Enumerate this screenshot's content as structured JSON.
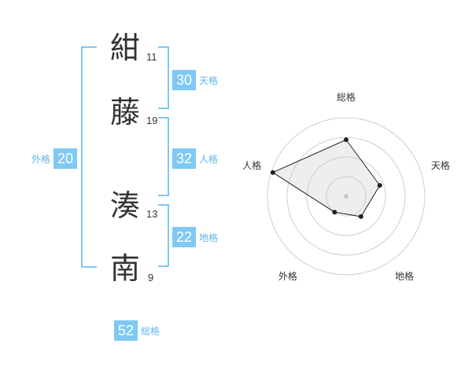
{
  "name_chars": [
    {
      "char": "紺",
      "strokes": "11"
    },
    {
      "char": "藤",
      "strokes": "19"
    },
    {
      "char": "湊",
      "strokes": "13"
    },
    {
      "char": "南",
      "strokes": "9"
    }
  ],
  "fortunes": {
    "tenkaku": {
      "value": "30",
      "label": "天格"
    },
    "jinkaku": {
      "value": "32",
      "label": "人格"
    },
    "chikaku": {
      "value": "22",
      "label": "地格"
    },
    "gaikaku": {
      "value": "20",
      "label": "外格"
    },
    "soukaku": {
      "value": "52",
      "label": "総格"
    }
  },
  "colors": {
    "accent": "#7fc9f4",
    "label": "#62b6ea",
    "text": "#333333"
  },
  "chart_data": {
    "type": "radar",
    "axes": [
      "総格",
      "天格",
      "地格",
      "外格",
      "人格"
    ],
    "values": [
      0.72,
      0.45,
      0.32,
      0.25,
      0.98
    ],
    "max": 1,
    "rings": 4
  }
}
